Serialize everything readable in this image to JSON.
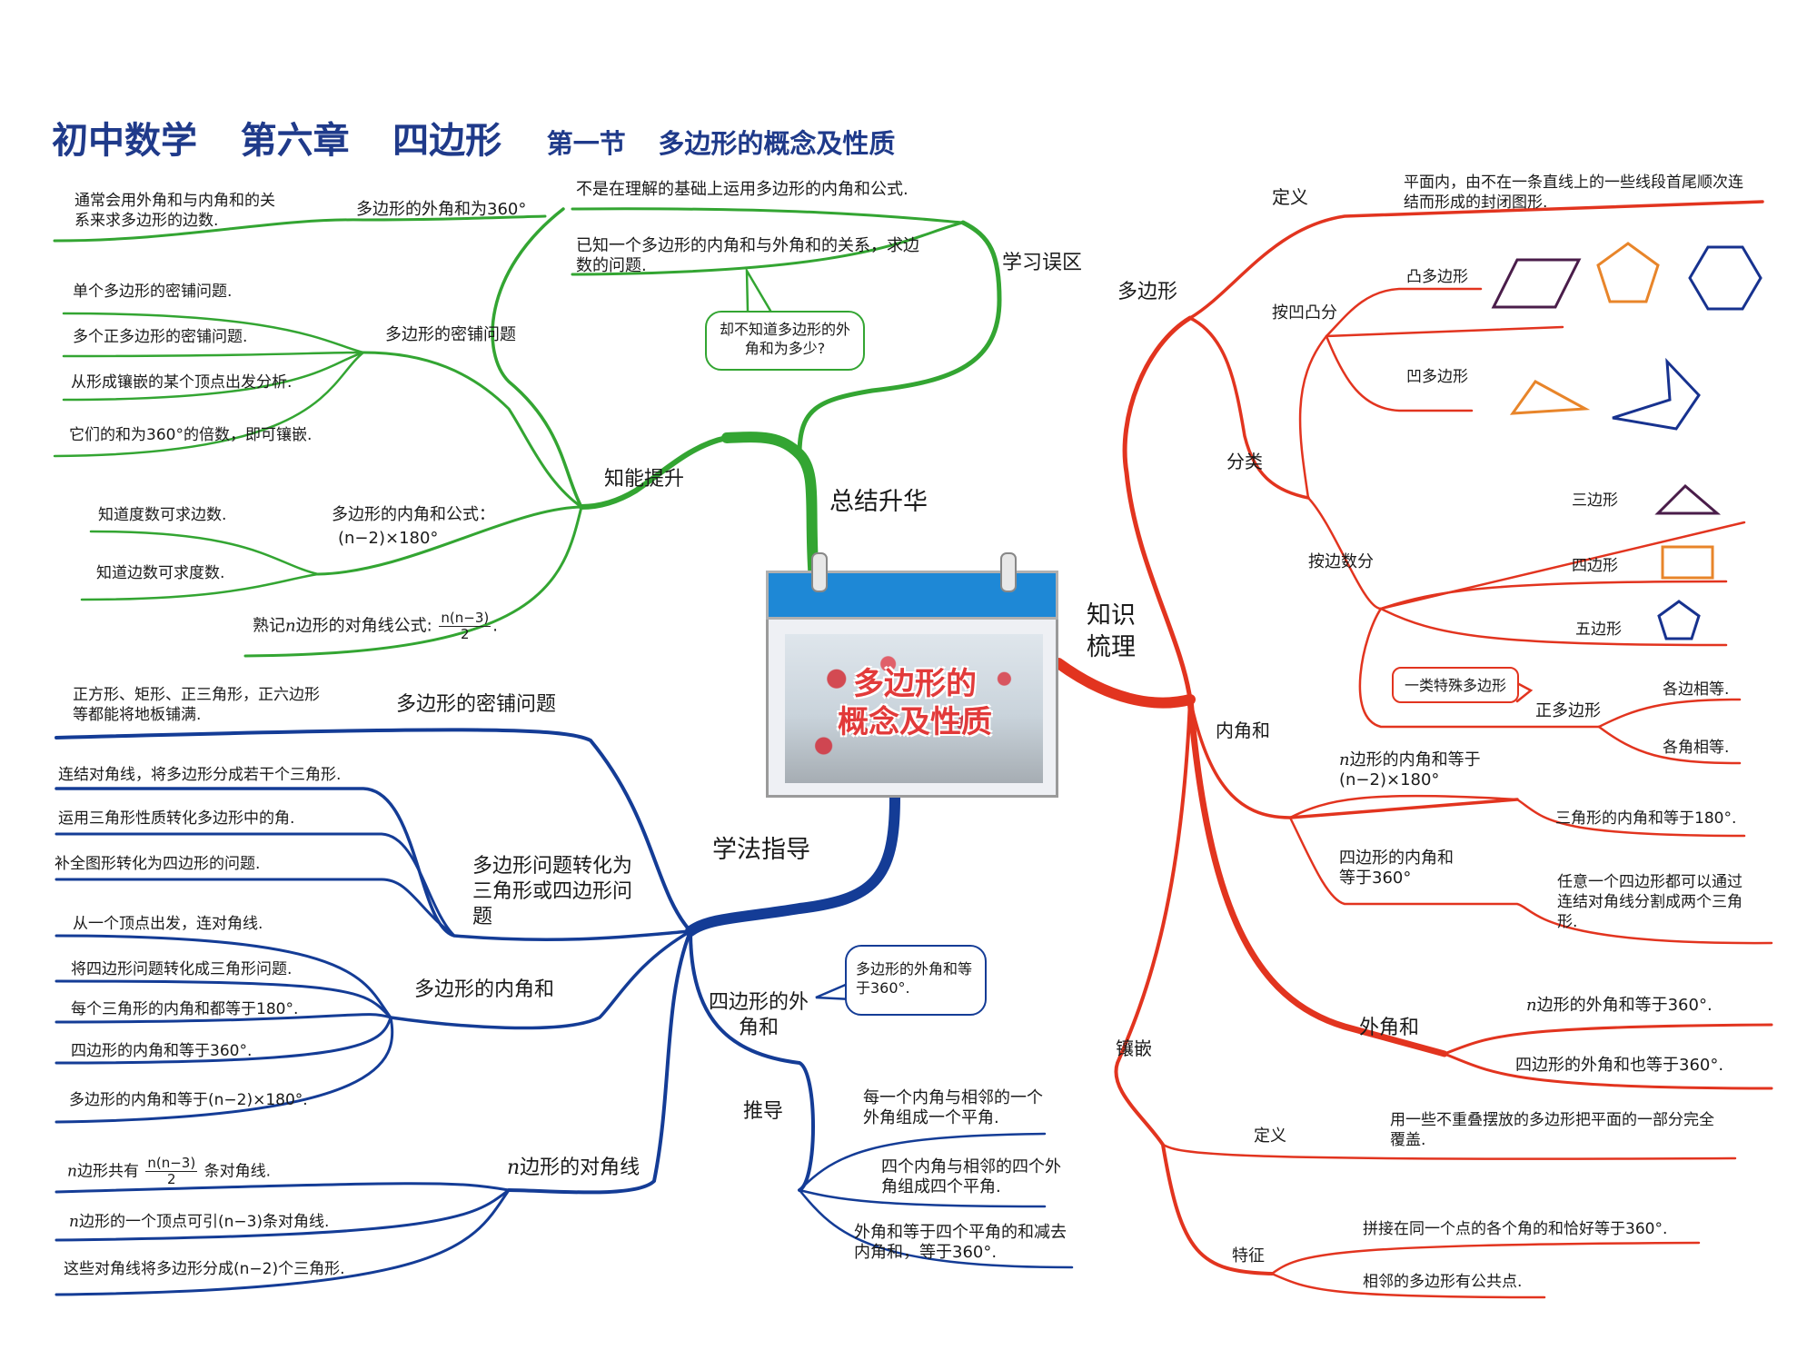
{
  "title": {
    "subject": "初中数学",
    "chapter": "第六章",
    "topic": "四边形",
    "section": "第一节",
    "section_title": "多边形的概念及性质"
  },
  "center": {
    "line1": "多边形的",
    "line2": "概念及性质"
  },
  "colors": {
    "green": "#33a532",
    "blue": "#143c96",
    "red": "#e2341f",
    "purple": "#4a1d4a",
    "orange": "#e8852a",
    "navy": "#17328f"
  },
  "green": {
    "main": "总结升华",
    "zhineng": "知能提升",
    "xuexi": "学习误区",
    "wj360": "多边形的外角和为360°",
    "wj360_note": "通常会用外角和与内角和的关系来求多边形的边数.",
    "mipu": "多边形的密铺问题",
    "mipu_items": [
      "单个多边形的密铺问题.",
      "多个正多边形的密铺问题.",
      "从形成镶嵌的某个顶点出发分析.",
      "它们的和为360°的倍数，即可镶嵌."
    ],
    "neijiao": "多边形的内角和公式：",
    "neijiao_formula": "(n−2)×180°",
    "neijiao_items": [
      "知道度数可求边数.",
      "知道边数可求度数."
    ],
    "diag_pre": "熟记",
    "diag_mid": "边形的对角线公式:",
    "frac_num": "n(n−3)",
    "frac_den": "2",
    "wuqu1": "不是在理解的基础上运用多边形的内角和公式.",
    "wuqu2": "已知一个多边形的内角和与外角和的关系，求边数的问题.",
    "bubble": "却不知道多边形的外角和为多少?"
  },
  "blue": {
    "main": "学法指导",
    "mipu": "多边形的密铺问题",
    "mipu_note": "正方形、矩形、正三角形，正六边形等都能将地板铺满.",
    "zhuanhua": "多边形问题转化为三角形或四边形问题",
    "zhuanhua_items": [
      "连结对角线，将多边形分成若干个三角形.",
      "运用三角形性质转化多边形中的角.",
      "补全图形转化为四边形的问题."
    ],
    "neijiao": "多边形的内角和",
    "neijiao_items": [
      "从一个顶点出发，连对角线.",
      "将四边形问题转化成三角形问题.",
      "每个三角形的内角和都等于180°.",
      "四边形的内角和等于360°.",
      "多边形的内角和等于(n−2)×180°."
    ],
    "duijiao": "边形的对角线",
    "duijiao_items": [
      "边形共有",
      "条对角线.",
      "边形的一个顶点可引(n−3)条对角线.",
      "这些对角线将多边形分成(n−2)个三角形."
    ],
    "waijiao": "四边形的外角和",
    "bubble": "多边形的外角和等于360°.",
    "tuidao": "推导",
    "tuidao_items": [
      "每一个内角与相邻的一个外角组成一个平角.",
      "四个内角与相邻的四个外角组成四个平角.",
      "外角和等于四个平角的和减去内角和，等于360°."
    ]
  },
  "red": {
    "main": "知识梳理",
    "duobian": "多边形",
    "dingyi": "定义",
    "dingyi_note": "平面内，由不在一条直线上的一些线段首尾顺次连结而形成的封闭图形.",
    "fenlei": "分类",
    "aotu": "按凹凸分",
    "tu": "凸多边形",
    "ao": "凹多边形",
    "bianshu": "按边数分",
    "bian_items": [
      "三边形",
      "四边形",
      "五边形"
    ],
    "teshu": "一类特殊多边形",
    "zheng": "正多边形",
    "zheng_items": [
      "各边相等.",
      "各角相等."
    ],
    "neijiao": "内角和",
    "n_neijiao": "边形的内角和等于(n−2)×180°",
    "sanjiao": "三角形的内角和等于180°.",
    "si_neijiao": "四边形的内角和等于360°",
    "si_note": "任意一个四边形都可以通过连结对角线分割成两个三角形.",
    "waijiao": "外角和",
    "waijiao_items": [
      "边形的外角和等于360°.",
      "四边形的外角和也等于360°."
    ],
    "xiangqian": "镶嵌",
    "xq_dingyi": "定义",
    "xq_dingyi_note": "用一些不重叠摆放的多边形把平面的一部分完全覆盖.",
    "tezheng": "特征",
    "tezheng_items": [
      "拼接在同一个点的各个角的和恰好等于360°.",
      "相邻的多边形有公共点."
    ]
  }
}
